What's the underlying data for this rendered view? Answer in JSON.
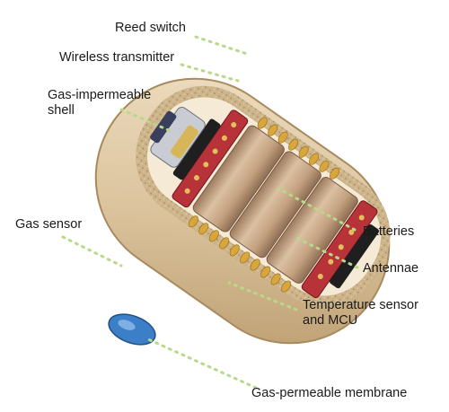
{
  "labels": {
    "reed_switch": "Reed switch",
    "wireless_transmitter": "Wireless transmitter",
    "shell_line1": "Gas-impermeable",
    "shell_line2": "shell",
    "gas_sensor": "Gas sensor",
    "batteries": "Batteries",
    "antennae": "Antennae",
    "temp_line1": "Temperature sensor",
    "temp_line2": "and MCU",
    "membrane": "Gas-permeable membrane"
  },
  "colors": {
    "shell": "#dcc49e",
    "shell_edge": "#b99a6c",
    "foam": "#cdb48a",
    "battery": "#c9a98a",
    "pcb": "#b8323a",
    "gold_pad": "#e2bf5a",
    "leader": "#b9d98a",
    "membrane": "#3c7fc6"
  }
}
